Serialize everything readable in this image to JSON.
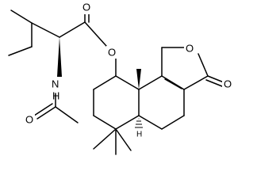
{
  "molecule": {
    "atoms": {
      "O_ester": "O",
      "O_carbonyl_left": "O",
      "N": "N",
      "H_on_N": "H",
      "O_acetyl": "O",
      "O_lactone": "O",
      "O_lactone_carbonyl": "O",
      "H_stereo": "H"
    }
  },
  "colors": {
    "bond": "#000000",
    "text": "#000000",
    "background": "#ffffff"
  }
}
